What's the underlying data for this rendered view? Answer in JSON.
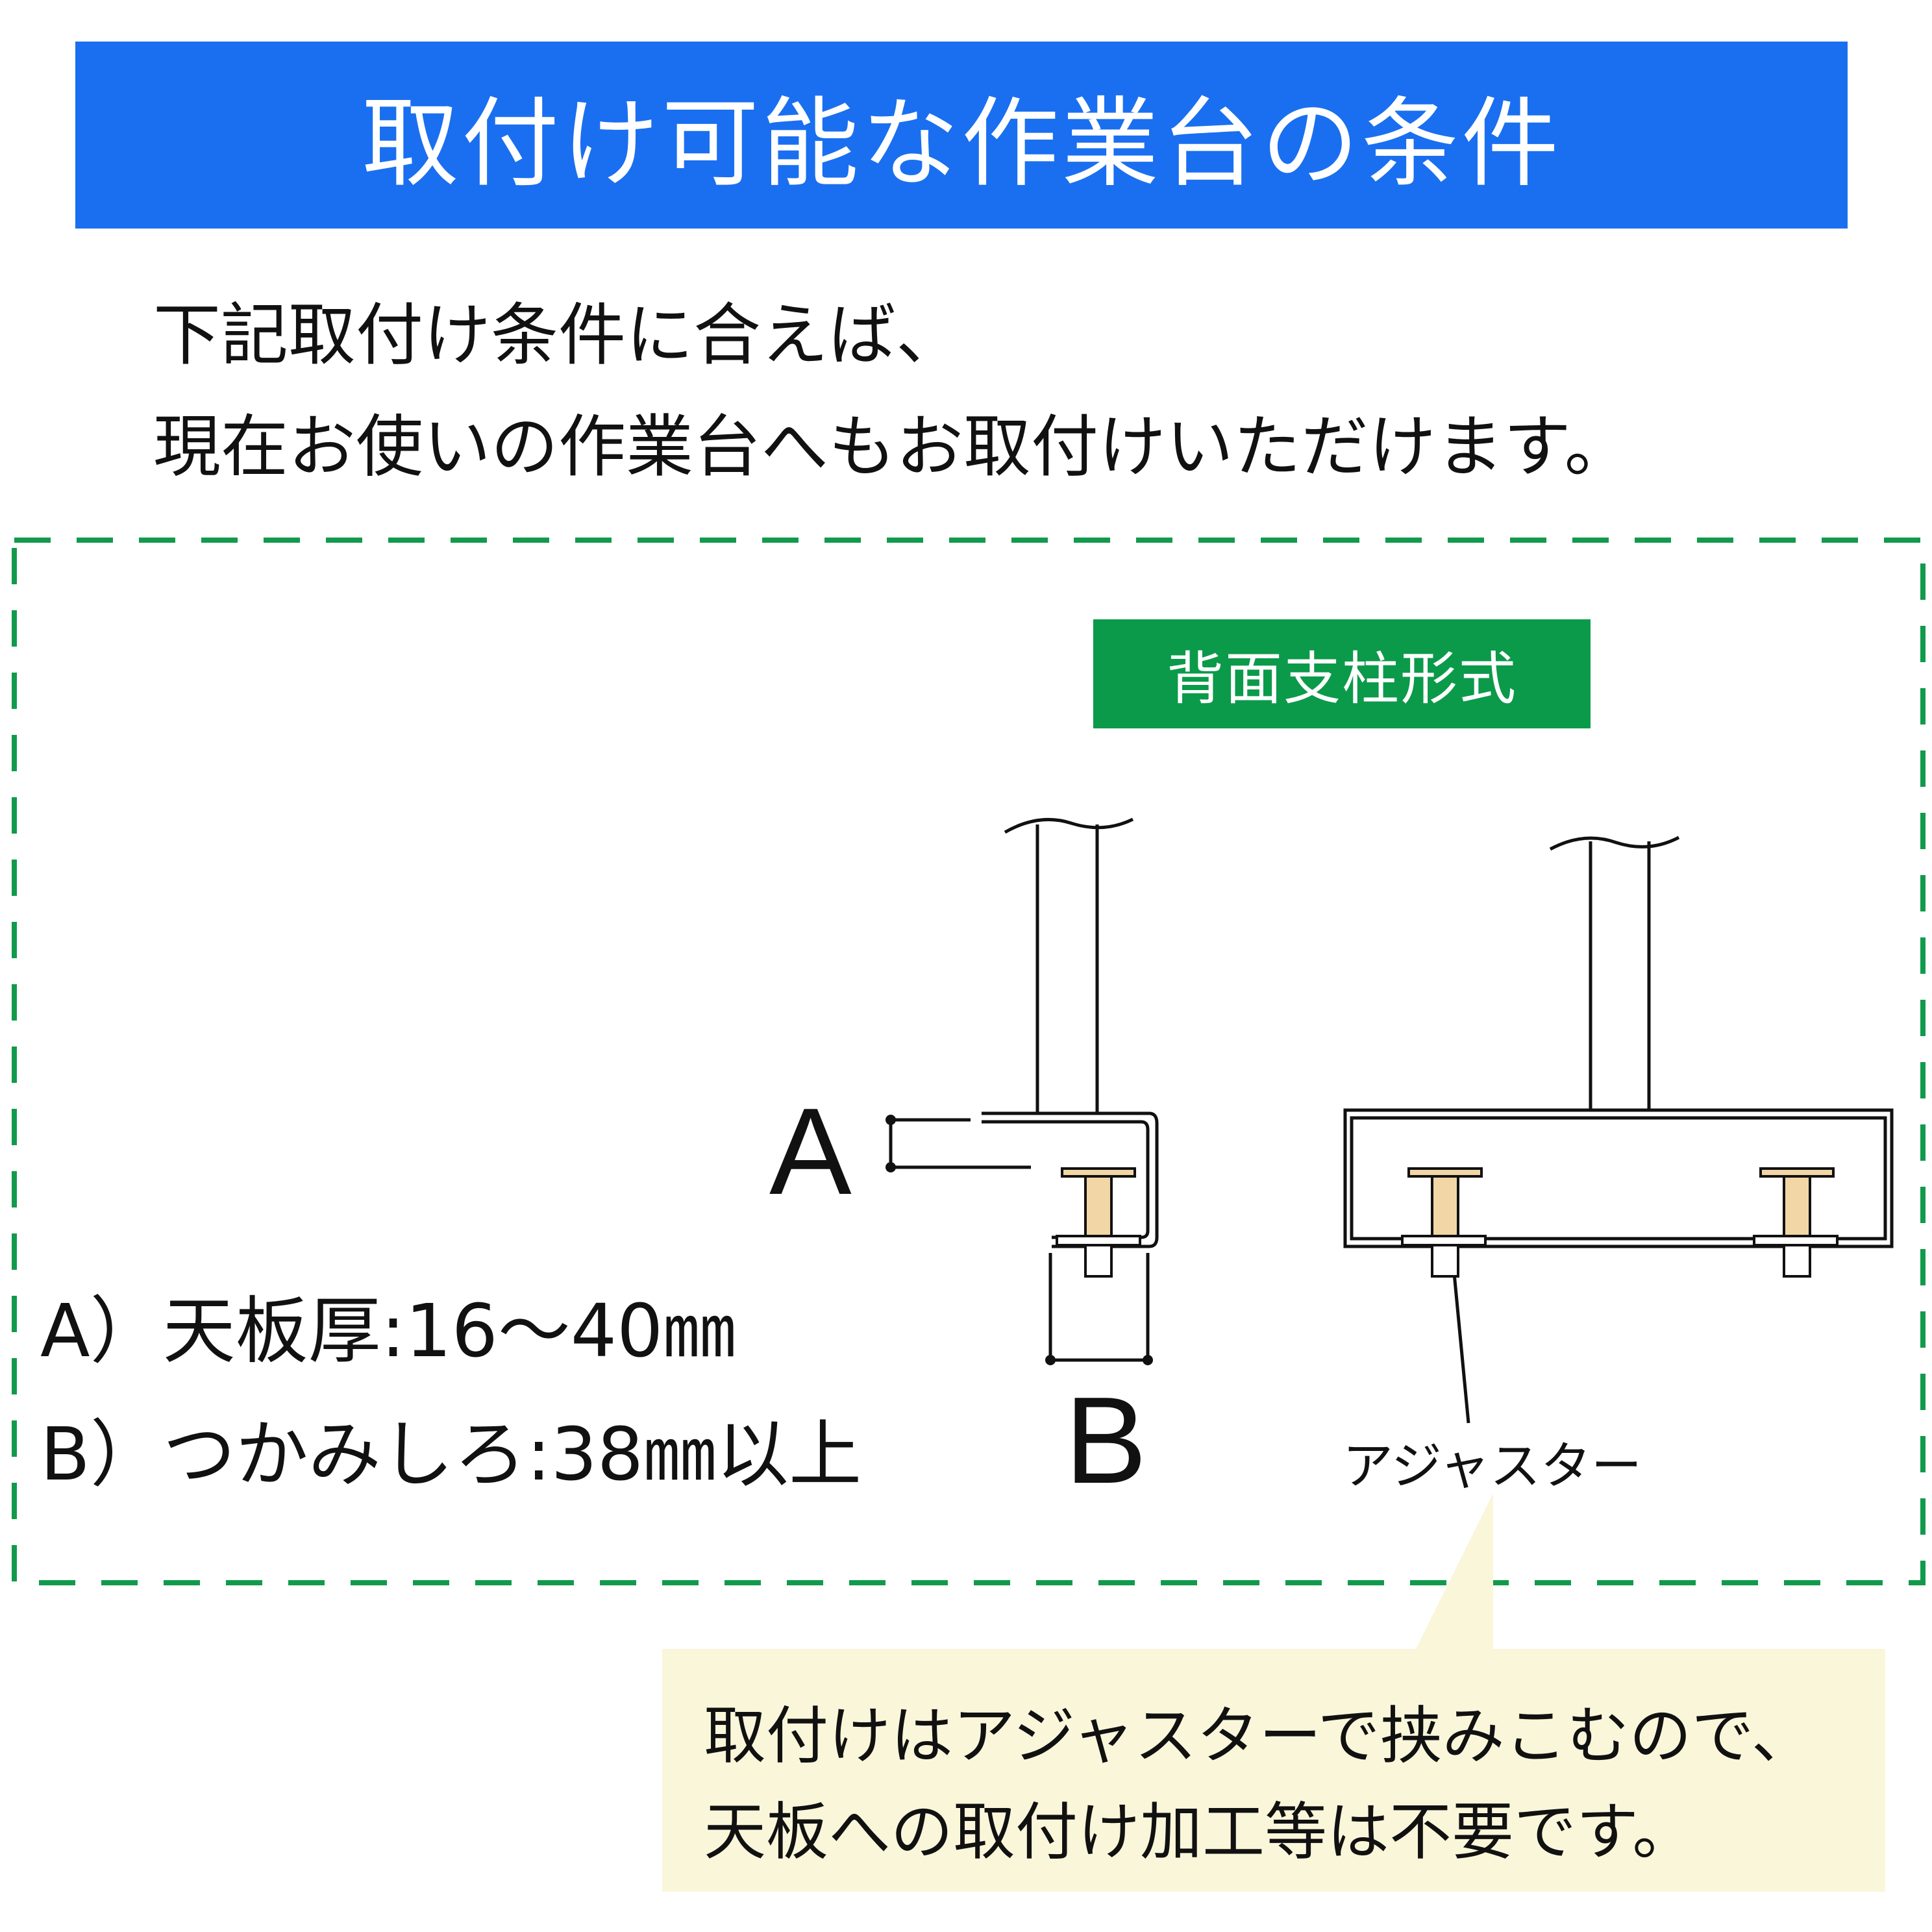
{
  "title": "取付け可能な作業台の条件",
  "intro": {
    "line1": "下記取付け条件に合えば、",
    "line2": "現在お使いの作業台へもお取付けいただけます。"
  },
  "mount_style": "背面支柱形式",
  "specs": {
    "a": "A）天板厚:16～40㎜",
    "b": "B）つかみしろ:38㎜以上"
  },
  "dimension_labels": {
    "a": "A",
    "b": "B"
  },
  "adjuster_label": "アジャスター",
  "note": {
    "line1": "取付けはアジャスターで挟みこむので、",
    "line2": "天板への取付け加工等は不要です。"
  },
  "colors": {
    "banner": "#1a6ff0",
    "badge": "#0b9a4a",
    "frame_dash": "#129a4c",
    "note_bg": "#faf6da",
    "adjuster_fill": "#f2d6a6"
  }
}
